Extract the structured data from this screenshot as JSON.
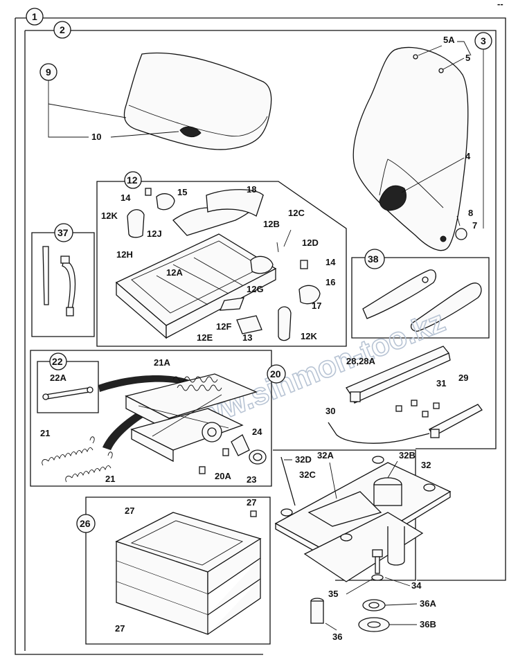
{
  "assembly_labels": [
    "1",
    "2",
    "3",
    "9",
    "12",
    "22",
    "20",
    "26",
    "37",
    "38"
  ],
  "part_labels": {
    "p5A": "5A",
    "p5": "5",
    "p4": "4",
    "p8": "8",
    "p7": "7",
    "p10": "10",
    "p14a": "14",
    "p15": "15",
    "p18": "18",
    "p12K_a": "12K",
    "p12J": "12J",
    "p12C": "12C",
    "p12B": "12B",
    "p12D": "12D",
    "p12H": "12H",
    "p12A": "12A",
    "p14b": "14",
    "p16": "16",
    "p12G": "12G",
    "p17": "17",
    "p12F": "12F",
    "p12E": "12E",
    "p13": "13",
    "p12K_b": "12K",
    "p22A": "22A",
    "p21A": "21A",
    "p21a": "21",
    "p21b": "21",
    "p24": "24",
    "p20A": "20A",
    "p23": "23",
    "p28": "28,28A",
    "p31": "31",
    "p29": "29",
    "p30": "30",
    "p32D": "32D",
    "p32C": "32C",
    "p32A": "32A",
    "p32B": "32B",
    "p32": "32",
    "p27a": "27",
    "p27b": "27",
    "p27c": "27",
    "p35": "35",
    "p34": "34",
    "p36A": "36A",
    "p36B": "36B",
    "p36": "36"
  },
  "watermark": "www.sinmon-too.kz",
  "corner_mark": "--"
}
